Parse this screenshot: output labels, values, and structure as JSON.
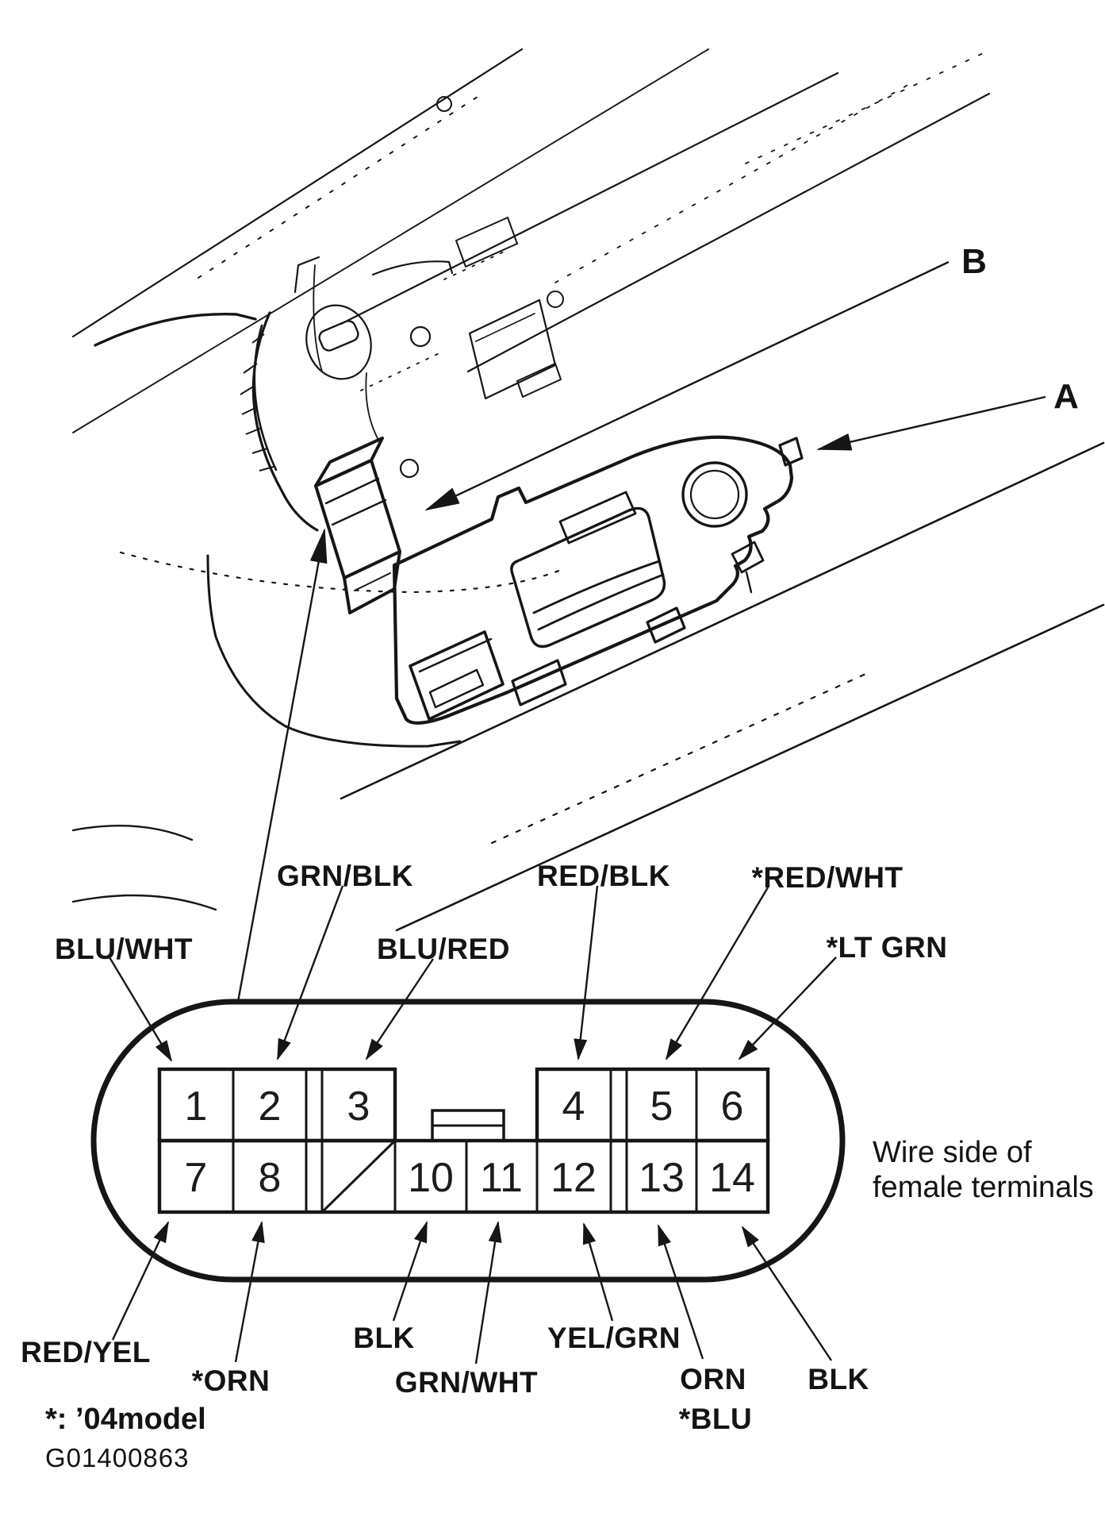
{
  "pinout": {
    "pins": {
      "top": [
        "1",
        "2",
        "3",
        "4",
        "5",
        "6"
      ],
      "bottom": [
        "7",
        "8",
        "10",
        "11",
        "12",
        "13",
        "14"
      ]
    },
    "wire_labels": {
      "pin1": "BLU/WHT",
      "pin2": "GRN/BLK",
      "pin3": "BLU/RED",
      "pin4": "RED/BLK",
      "pin5": "*RED/WHT",
      "pin6": "*LT GRN",
      "pin7": "RED/YEL",
      "pin8": "*ORN",
      "pin10": "BLK",
      "pin11": "GRN/WHT",
      "pin12": "YEL/GRN",
      "pin13_line1": "ORN",
      "pin13_line2": "*BLU",
      "pin14": "BLK"
    },
    "wire_side_note": {
      "line1": "Wire side of",
      "line2": "female terminals"
    }
  },
  "callouts": {
    "connector_a": "A",
    "connector_b": "B"
  },
  "footer": {
    "model_note": "*: ’04model",
    "figure_id": "G01400863"
  }
}
